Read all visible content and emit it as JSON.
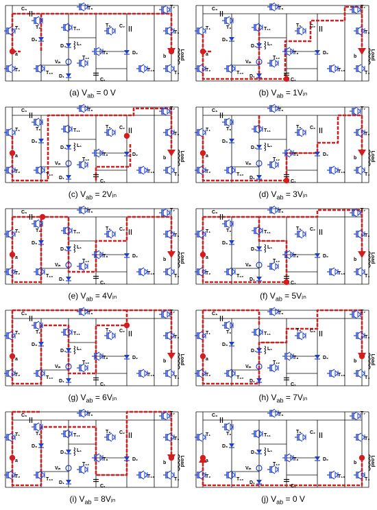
{
  "labels": {
    "C3": "C₃",
    "C2": "C₂",
    "C1": "C₁",
    "T1": "T₁",
    "T2": "T₂",
    "T3": "T₃",
    "T4": "T₄",
    "T5": "T₅",
    "T6": "T₆",
    "T7": "T₇",
    "T8": "T₈",
    "T9": "T₉",
    "T10": "T₁₀",
    "T11": "T₁₁",
    "T12": "T₁₂",
    "T13": "T₁₃",
    "D1": "D₁",
    "D2": "D₂",
    "D3": "D₃",
    "D4": "D₄",
    "L1": "L₁",
    "Vin": "Vᵢₙ",
    "a": "a",
    "b": "b",
    "Load": "Load"
  },
  "colors": {
    "switch": "#1f3fd1",
    "path": "#d21e1e",
    "wire": "#000000"
  },
  "panels": [
    {
      "id": "a",
      "caption_prefix": "(a) V",
      "caption_sub": "ab",
      "caption_value": "= 0 V",
      "arrow": "b"
    },
    {
      "id": "b",
      "caption_prefix": "(b) V",
      "caption_sub": "ab",
      "caption_value": "= 1Vᵢₙ",
      "arrow": "b"
    },
    {
      "id": "c",
      "caption_prefix": "(c) V",
      "caption_sub": "ab",
      "caption_value": "= 2Vᵢₙ",
      "arrow": "b"
    },
    {
      "id": "d",
      "caption_prefix": "(d) V",
      "caption_sub": "ab",
      "caption_value": "= 3Vᵢₙ",
      "arrow": "b"
    },
    {
      "id": "e",
      "caption_prefix": "(e) V",
      "caption_sub": "ab",
      "caption_value": "= 4Vᵢₙ",
      "arrow": "b"
    },
    {
      "id": "f",
      "caption_prefix": "(f) V",
      "caption_sub": "ab",
      "caption_value": "= 5Vᵢₙ",
      "arrow": "b"
    },
    {
      "id": "g",
      "caption_prefix": "(g) V",
      "caption_sub": "ab",
      "caption_value": "= 6Vᵢₙ",
      "arrow": "b"
    },
    {
      "id": "h",
      "caption_prefix": "(h) V",
      "caption_sub": "ab",
      "caption_value": "= 7Vᵢₙ",
      "arrow": "b"
    },
    {
      "id": "i",
      "caption_prefix": "(i) V",
      "caption_sub": "ab",
      "caption_value": "= 8Vᵢₙ",
      "arrow": "b"
    },
    {
      "id": "j",
      "caption_prefix": "(j) V",
      "caption_sub": "ab",
      "caption_value": "= 0 V",
      "arrow": "a"
    }
  ]
}
